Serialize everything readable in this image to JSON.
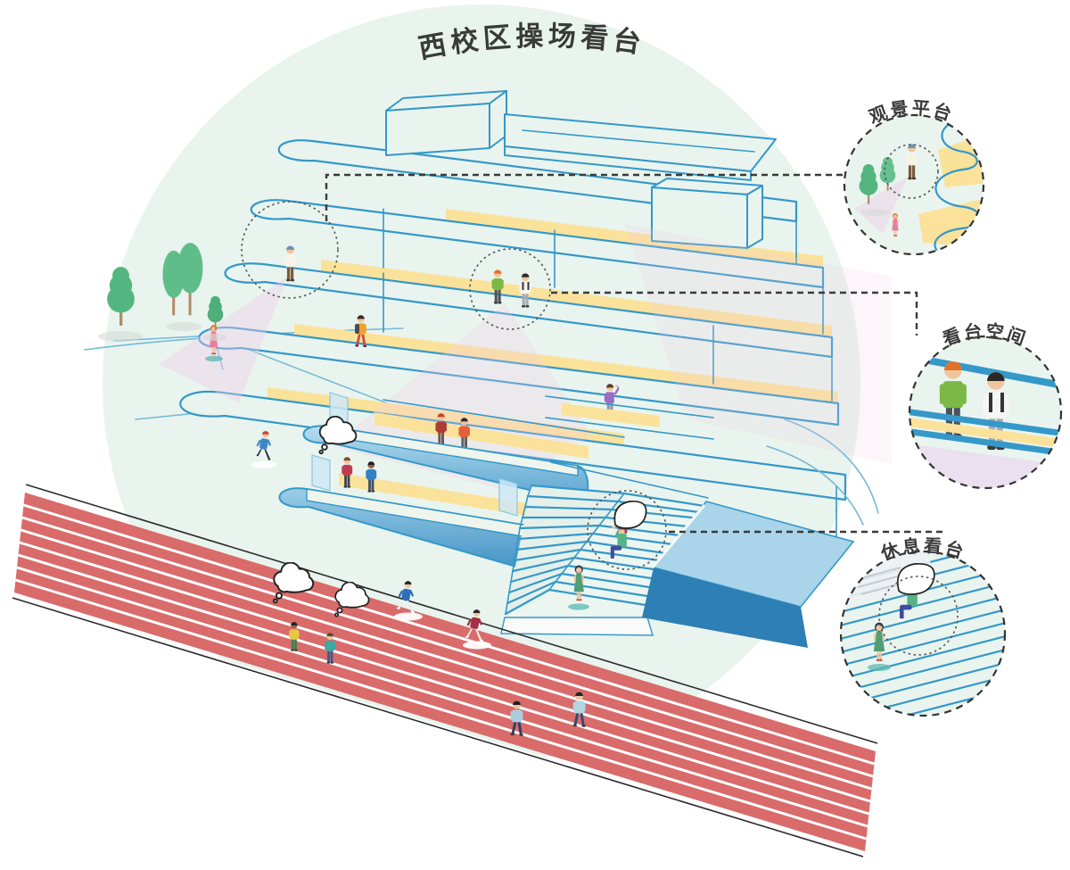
{
  "title": "西校区操场看台",
  "callouts": {
    "viewing_platform": {
      "label": "观景平台"
    },
    "stand_space": {
      "label": "看台空间"
    },
    "rest_stand": {
      "label": "休息看台"
    }
  },
  "colors": {
    "line_blue": "#3498c9",
    "path_blue": "#74b9d8",
    "mint": "#e9f4ee",
    "mint_deep": "#e0efe6",
    "yellow": "#fbe29a",
    "track_red": "#d96b6b",
    "stand_light": "#a3d2e8",
    "stand_mid": "#4e9aca",
    "stand_dark": "#2e7fb5",
    "beam_pink": "#f0cce8",
    "cream": "#eef5ec",
    "dash": "#3a3a3a",
    "tree_green": "#57b881",
    "trunk": "#b08a68"
  }
}
